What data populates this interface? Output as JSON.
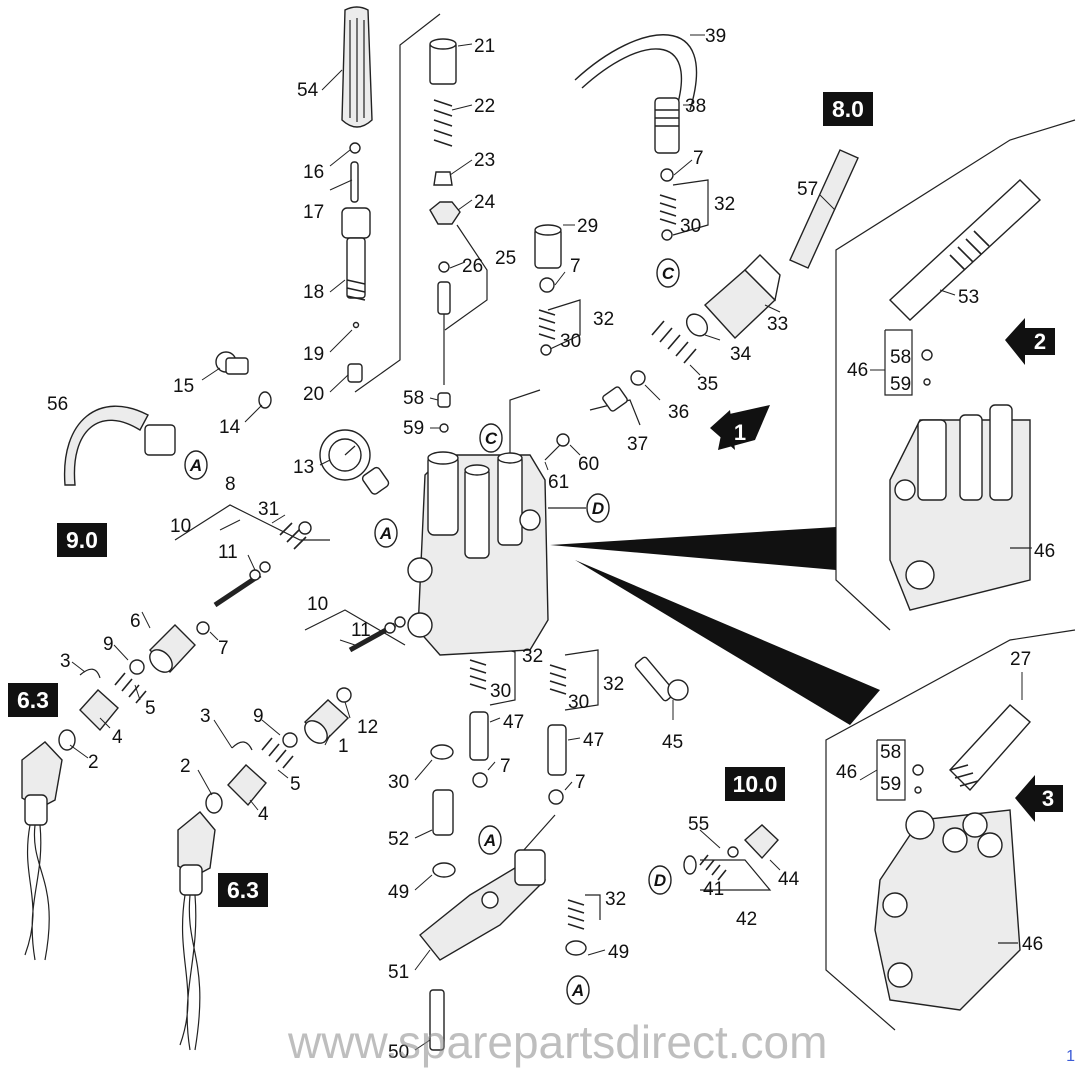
{
  "diagram": {
    "reference_tags": [
      {
        "id": "ref-9-0",
        "text": "9.0"
      },
      {
        "id": "ref-8-0",
        "text": "8.0"
      },
      {
        "id": "ref-6-3-left",
        "text": "6.3"
      },
      {
        "id": "ref-6-3-mid",
        "text": "6.3"
      },
      {
        "id": "ref-10-0",
        "text": "10.0"
      }
    ],
    "circle_markers": [
      {
        "id": "marker-a-56",
        "text": "A"
      },
      {
        "id": "marker-c-top",
        "text": "C"
      },
      {
        "id": "marker-c-mid",
        "text": "C"
      },
      {
        "id": "marker-d-right",
        "text": "D"
      },
      {
        "id": "marker-a-body",
        "text": "A"
      },
      {
        "id": "marker-a-51",
        "text": "A"
      },
      {
        "id": "marker-d-low",
        "text": "D"
      },
      {
        "id": "marker-a-bottom",
        "text": "A"
      }
    ],
    "view_arrows": [
      {
        "id": "view-arrow-1",
        "text": "1"
      },
      {
        "id": "view-arrow-2",
        "text": "2"
      },
      {
        "id": "view-arrow-3",
        "text": "3"
      }
    ],
    "part_labels": [
      "54",
      "16",
      "17",
      "18",
      "19",
      "20",
      "21",
      "22",
      "23",
      "24",
      "25",
      "26",
      "58",
      "59",
      "15",
      "14",
      "13",
      "56",
      "8",
      "31",
      "10",
      "11",
      "6",
      "7",
      "9",
      "3",
      "5",
      "4",
      "2",
      "10",
      "11",
      "12",
      "1",
      "9",
      "3",
      "2",
      "5",
      "4",
      "29",
      "7",
      "32",
      "30",
      "38",
      "7",
      "32",
      "30",
      "39",
      "57",
      "53",
      "33",
      "34",
      "35",
      "36",
      "37",
      "60",
      "61",
      "58",
      "59",
      "46",
      "46",
      "32",
      "30",
      "47",
      "7",
      "30",
      "52",
      "49",
      "51",
      "50",
      "32",
      "30",
      "47",
      "7",
      "45",
      "27",
      "58",
      "59",
      "46",
      "46",
      "55",
      "44",
      "41",
      "42",
      "32",
      "49"
    ],
    "watermark": "www.sparepartsdirect.com",
    "corner_mark": "1"
  }
}
